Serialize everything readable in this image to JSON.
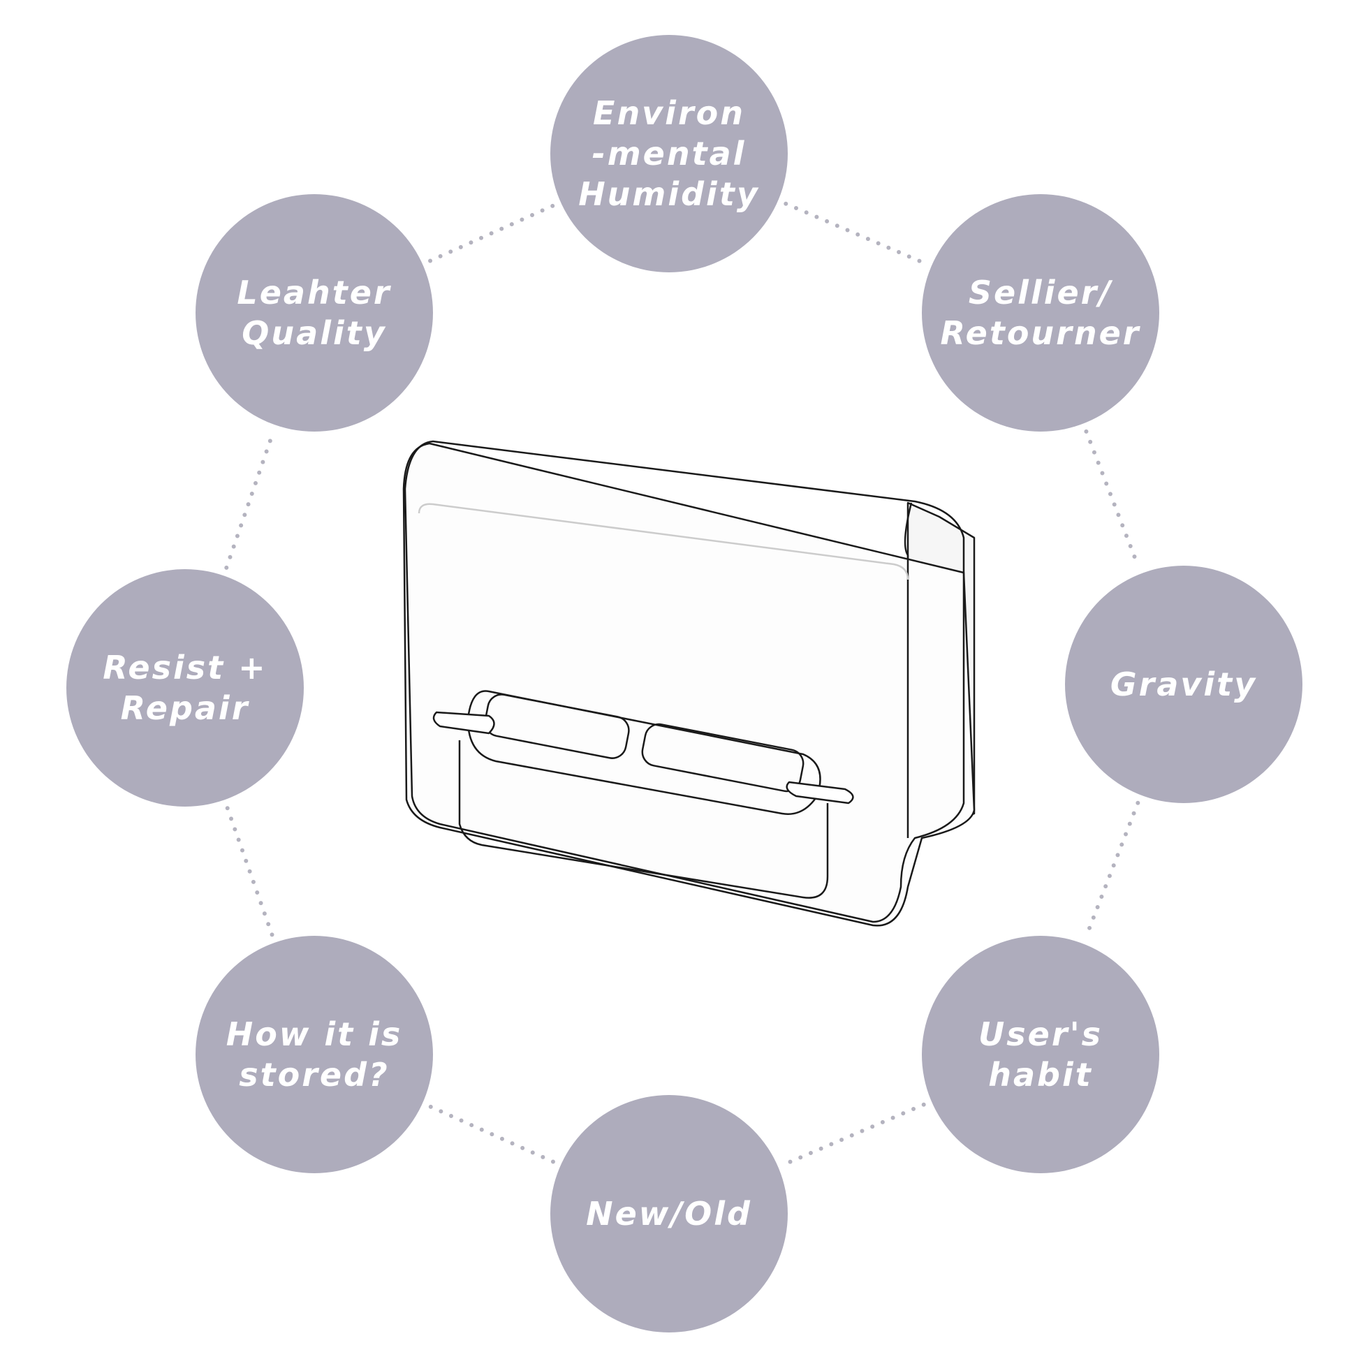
{
  "colors": {
    "circle": "#aeacbc",
    "dots": "#b4b3bf",
    "outline": "#1a1a1a"
  },
  "nodes": [
    {
      "id": "environmental-humidity",
      "lines": [
        "Environ",
        "-mental",
        "Humidity"
      ]
    },
    {
      "id": "sellier-retourner",
      "lines": [
        "Sellier/",
        "Retourner"
      ]
    },
    {
      "id": "gravity",
      "lines": [
        "Gravity"
      ]
    },
    {
      "id": "users-habit",
      "lines": [
        "User's",
        "habit"
      ]
    },
    {
      "id": "new-old",
      "lines": [
        "New/Old"
      ]
    },
    {
      "id": "how-it-is-stored",
      "lines": [
        "How it is",
        "stored?"
      ]
    },
    {
      "id": "resist-repair",
      "lines": [
        "Resist +",
        "Repair"
      ]
    },
    {
      "id": "leather-quality",
      "lines": [
        "Leahter",
        "Quality"
      ]
    }
  ]
}
